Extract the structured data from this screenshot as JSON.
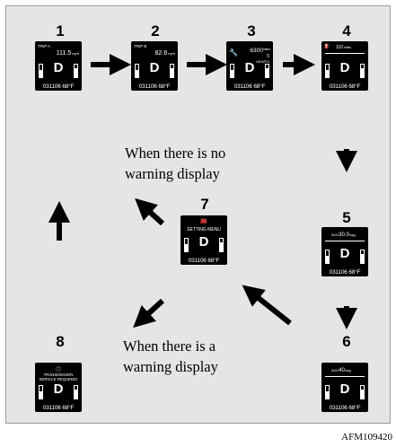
{
  "steps": [
    {
      "number": "1",
      "top": "TRIP A",
      "value": "111.5",
      "unit": "mph",
      "gear": "D",
      "odometer": "031106",
      "temp": "68°F"
    },
    {
      "number": "2",
      "top": "TRIP B",
      "value": "82.6",
      "unit": "mph",
      "gear": "D",
      "odometer": "031106",
      "temp": "68°F"
    },
    {
      "number": "3",
      "value": "6300",
      "unit": "miles",
      "value2": "5",
      "unit2": "MONTH",
      "gear": "D",
      "odometer": "031106",
      "temp": "68°F"
    },
    {
      "number": "4",
      "value": "110",
      "unit": "miles",
      "gear": "D",
      "odometer": "031106",
      "temp": "68°F"
    },
    {
      "number": "5",
      "label": "AVG",
      "value": "30.0",
      "unit": "mpg",
      "gear": "D",
      "odometer": "031106",
      "temp": "68°F"
    },
    {
      "number": "6",
      "label": "AVG",
      "value": "40",
      "unit": "mpg",
      "gear": "D",
      "odometer": "031106",
      "temp": "68°F"
    },
    {
      "number": "7",
      "title": "SETTING MENU",
      "gear": "D",
      "odometer": "031106",
      "temp": "68°F"
    },
    {
      "number": "8",
      "line1": "TRANSMISSION",
      "line2": "SERVICE REQUIRED",
      "gear": "D",
      "odometer": "031106",
      "temp": "68°F"
    }
  ],
  "captions": {
    "no_warning": [
      "When there is no",
      "warning display"
    ],
    "warning": [
      "When there is a",
      "warning display"
    ]
  },
  "figure_code": "AFM109420"
}
